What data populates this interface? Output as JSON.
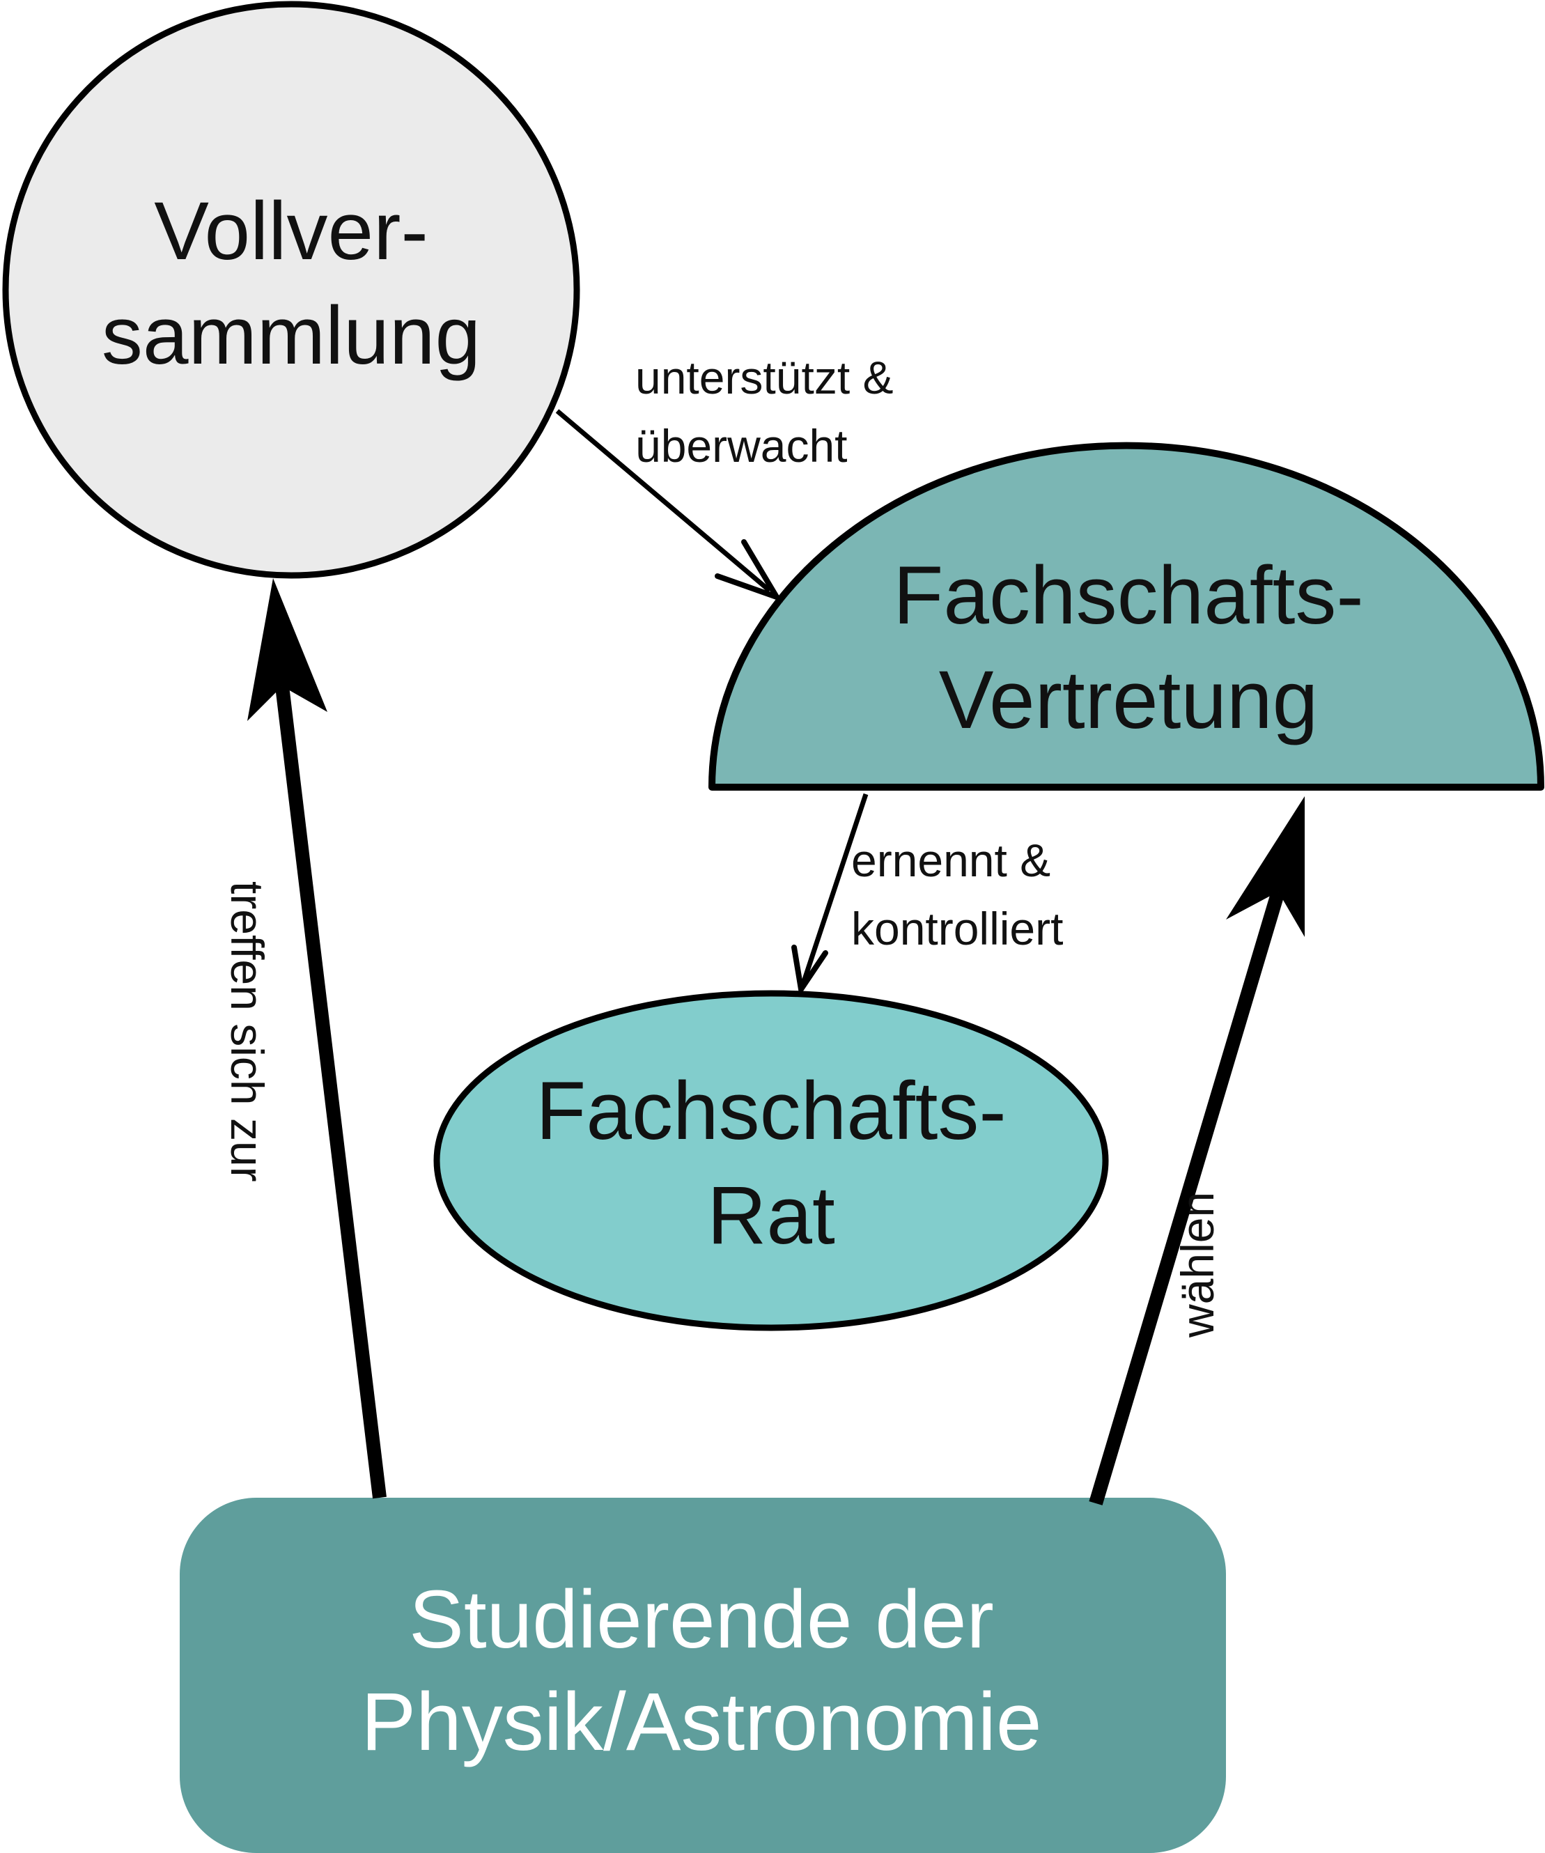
{
  "colors": {
    "vollversammlung_fill": "#ebebeb",
    "vertretung_fill": "#7bb6b4",
    "rat_fill": "#82cdcc",
    "studierende_fill": "#5f9e9c",
    "stroke": "#000000"
  },
  "nodes": {
    "vollversammlung": {
      "line1": "Vollver-",
      "line2": "sammlung"
    },
    "vertretung": {
      "line1": "Fachschafts-",
      "line2": "Vertretung"
    },
    "rat": {
      "line1": "Fachschafts-",
      "line2": "Rat"
    },
    "studierende": {
      "line1": "Studierende der",
      "line2": "Physik/Astronomie"
    }
  },
  "edges": {
    "supports": {
      "line1": "unterstützt &",
      "line2": "überwacht"
    },
    "appoints": {
      "line1": "ernennt &",
      "line2": "kontrolliert"
    },
    "meets": {
      "label": "treffen sich zur"
    },
    "elects": {
      "label": "wählen"
    }
  }
}
